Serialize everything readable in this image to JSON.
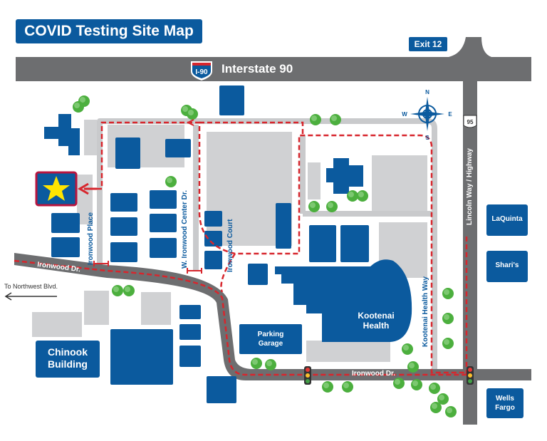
{
  "title": "COVID Testing Site Map",
  "exit_label": "Exit 12",
  "interstate": {
    "shield": "I-90",
    "name": "Interstate 90"
  },
  "highway_shield": "95",
  "compass": {
    "n": "N",
    "s": "S",
    "e": "E",
    "w": "W"
  },
  "streets": {
    "ironwood_place": "Ironwood Place",
    "w_ironwood_center": "W. Ironwood Center Dr.",
    "ironwood_court": "Ironwood Court",
    "ironwood_dr_west": "Ironwood Dr.",
    "ironwood_dr_south": "Ironwood Dr.",
    "kootenai_health_way": "Kootenai Health Way",
    "lincoln_way": "Lincoln Way / Highway"
  },
  "to_northwest": "To Northwest Blvd.",
  "buildings": {
    "kootenai_line1": "Kootenai",
    "kootenai_line2": "Health",
    "parking_line1": "Parking",
    "parking_line2": "Garage",
    "chinook_line1": "Chinook",
    "chinook_line2": "Building",
    "laquinta": "LaQuinta",
    "sharis": "Shari's",
    "wells_line1": "Wells",
    "wells_line2": "Fargo"
  },
  "colors": {
    "building_blue": "#0b5a9e",
    "road_gray": "#6d6e70",
    "route_red": "#d7262d",
    "marker_yellow": "#ffe500",
    "marker_border": "#b7153f",
    "lot_gray": "#d0d1d3",
    "tree_green": "#4caf3e"
  }
}
